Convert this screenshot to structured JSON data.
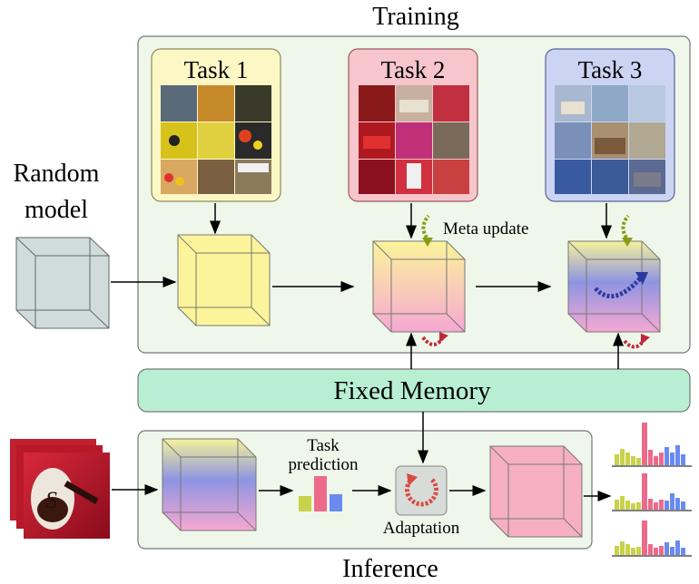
{
  "diagram": {
    "title_training": "Training",
    "title_inference": "Inference",
    "random_model_label_line1": "Random",
    "random_model_label_line2": "model",
    "tasks": [
      {
        "label": "Task 1",
        "bg": "#fbf8c6",
        "border": "#8a8a5a"
      },
      {
        "label": "Task 2",
        "bg": "#f7c6cc",
        "border": "#9a5a62"
      },
      {
        "label": "Task 3",
        "bg": "#ccd4f4",
        "border": "#5a6498"
      }
    ],
    "meta_update_label": "Meta update",
    "fixed_memory_label": "Fixed Memory",
    "task_prediction_line1": "Task",
    "task_prediction_line2": "prediction",
    "adaptation_label": "Adaptation",
    "colors": {
      "training_panel": "#eef7ea",
      "memory_bar": "#b8efd2",
      "yellow": "#fbf49a",
      "pink": "#f4a6c8",
      "blue": "#8a90e0",
      "green_arrow": "#8a9a1a",
      "red_arrow": "#c0283a",
      "blue_arrow": "#2a3aa0"
    }
  }
}
